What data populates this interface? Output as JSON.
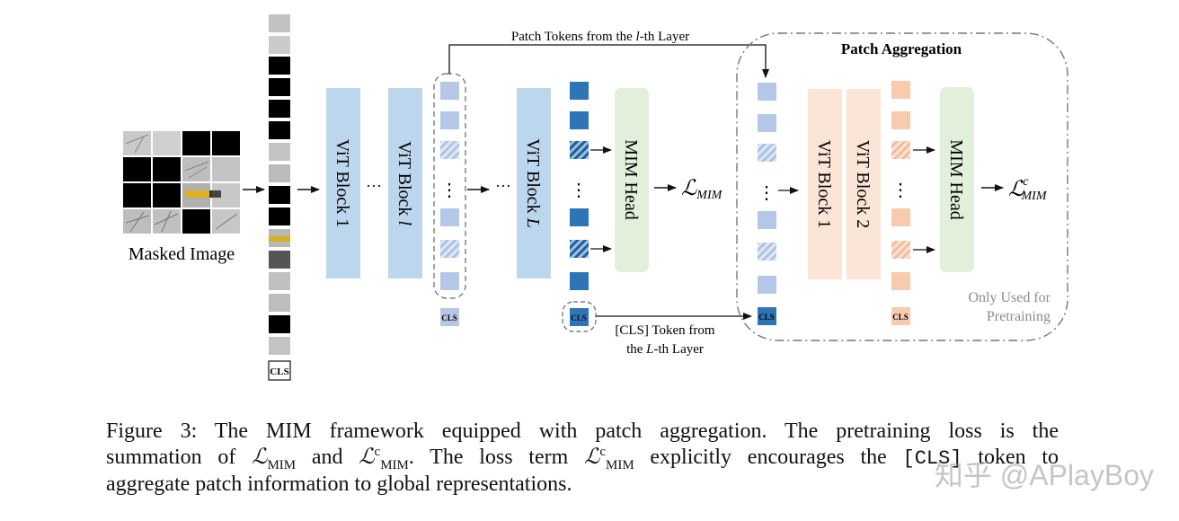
{
  "figure": {
    "input_label": "Masked Image",
    "vit_block_1": "ViT Block 1",
    "vit_block_l": "ViT Block",
    "vit_block_l_var": "l",
    "vit_block_L": "ViT Block",
    "vit_block_L_var": "L",
    "mim_head": "MIM Head",
    "loss_main": "ℒ",
    "loss_main_sub": "MIM",
    "loss_agg_sup": "c",
    "cls": "CLS",
    "dots_h": "···",
    "dots_v": "⋮",
    "patch_tokens_label_pre": "Patch Tokens from the ",
    "patch_tokens_label_var": "l",
    "patch_tokens_label_post": "-th Layer",
    "cls_token_label_line1": "[CLS] Token from",
    "cls_token_label_line2_pre": "the ",
    "cls_token_label_line2_var": "L",
    "cls_token_label_line2_post": "-th Layer",
    "aggregation_title": "Patch Aggregation",
    "agg_vit_1": "ViT Block 1",
    "agg_vit_2": "ViT Block 2",
    "only_used_line1": "Only Used for",
    "only_used_line2": "Pretraining"
  },
  "caption": {
    "line1": "Figure 3:  The MIM framework equipped with patch aggregation.  The pretraining loss is the",
    "line2_a": "summation of ",
    "line2_loss": "ℒ",
    "line2_sub": "MIM",
    "line2_b": " and ",
    "line2_sup": "c",
    "line2_c": ".  The loss term ",
    "line2_d": " explicitly encourages the ",
    "line2_cls": "[CLS]",
    "line2_e": " token to",
    "line3": "aggregate patch information to global representations."
  },
  "watermark": "知乎 @APlayBoy",
  "colors": {
    "vit_blue": "#bcd6ee",
    "token_light": "#b4c7e7",
    "token_dark": "#2e75b6",
    "mim_green": "#e2efda",
    "agg_peach": "#f8cbad",
    "agg_block": "#fbe5d6"
  }
}
